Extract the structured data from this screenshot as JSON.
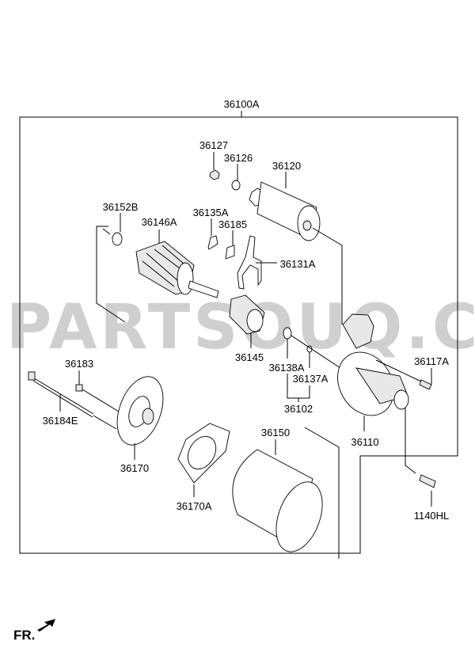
{
  "diagram": {
    "assembly_label": "36100A",
    "watermark": "PARTSOUQ.COM",
    "direction_label": "FR.",
    "parts": {
      "p36127": "36127",
      "p36126": "36126",
      "p36120": "36120",
      "p36152B": "36152B",
      "p36146A": "36146A",
      "p36135A": "36135A",
      "p36185": "36185",
      "p36131A": "36131A",
      "p36145": "36145",
      "p36138A": "36138A",
      "p36137A": "36137A",
      "p36102": "36102",
      "p36117A": "36117A",
      "p36183": "36183",
      "p36184E": "36184E",
      "p36170": "36170",
      "p36110": "36110",
      "p36150": "36150",
      "p36170A": "36170A",
      "p1140HL": "1140HL"
    }
  }
}
